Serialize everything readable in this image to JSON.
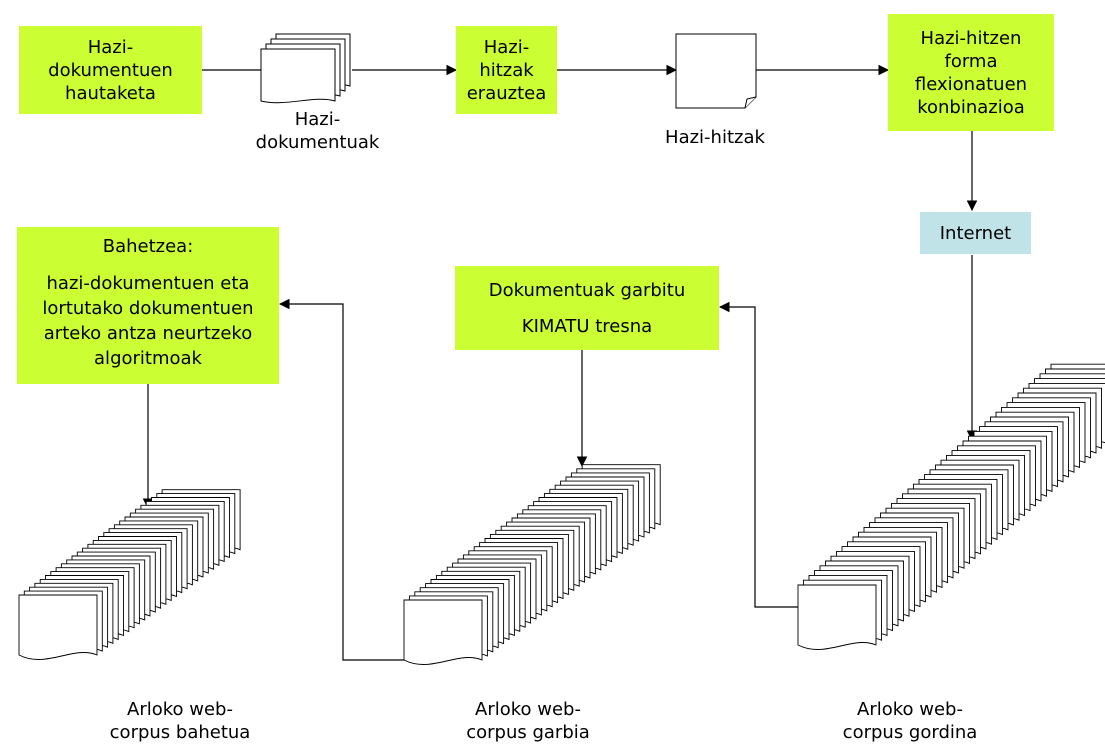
{
  "boxes": {
    "seed_doc_selection": [
      "Hazi-",
      "dokumentuen",
      "hautaketa"
    ],
    "seed_word_extraction": [
      "Hazi-",
      "hitzak",
      "erauztea"
    ],
    "combination": [
      "Hazi-hitzen",
      "forma",
      "flexionatuen",
      "konbinazioa"
    ],
    "internet": "Internet",
    "cleaning": [
      "Dokumentuak garbitu",
      "KIMATU tresna"
    ],
    "filtering": [
      "Bahetzea:",
      "hazi-dokumentuen eta",
      "lortutako dokumentuen",
      "arteko antza neurtzeko",
      "algoritmoak"
    ]
  },
  "labels": {
    "seed_documents": [
      "Hazi-",
      "dokumentuak"
    ],
    "seed_words": "Hazi-hitzak",
    "corpus_filtered": [
      "Arloko web-",
      "corpus bahetua"
    ],
    "corpus_clean": [
      "Arloko web-",
      "corpus garbia"
    ],
    "corpus_raw": [
      "Arloko web-",
      "corpus gordina"
    ]
  },
  "colors": {
    "process_box": "#ccff33",
    "internet_box": "#bfe3e6",
    "line": "#000000"
  }
}
